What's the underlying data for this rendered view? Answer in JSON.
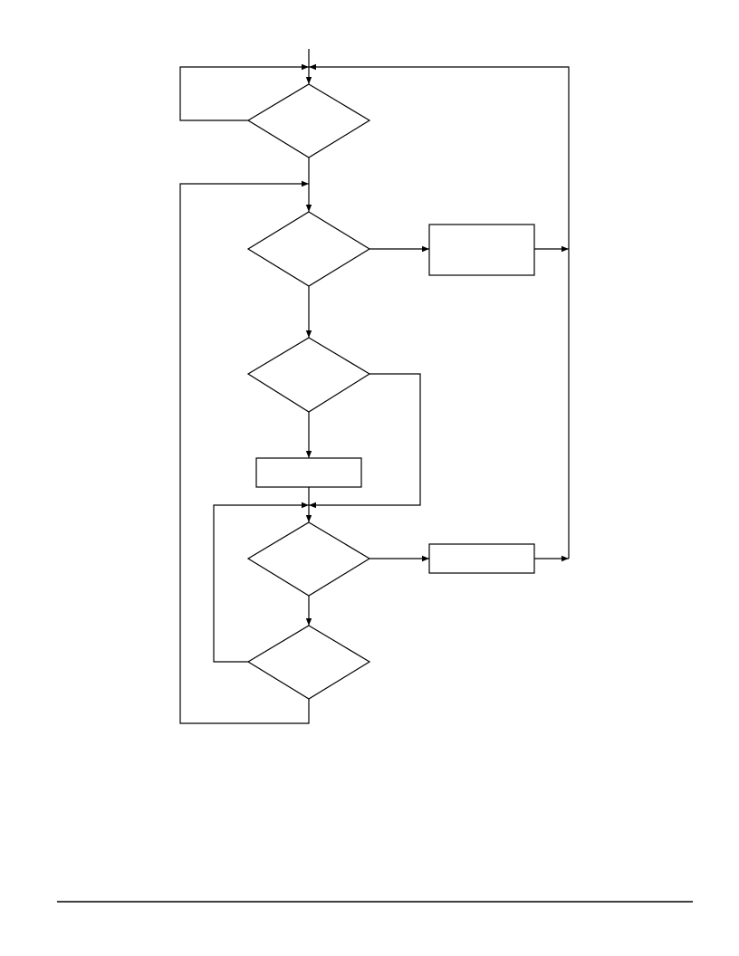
{
  "diagram": {
    "type": "flowchart",
    "nodes": [
      {
        "id": "decision-1",
        "kind": "decision",
        "text": ""
      },
      {
        "id": "decision-2",
        "kind": "decision",
        "text": ""
      },
      {
        "id": "process-1",
        "kind": "process",
        "text": ""
      },
      {
        "id": "decision-3",
        "kind": "decision",
        "text": ""
      },
      {
        "id": "process-2",
        "kind": "process",
        "text": ""
      },
      {
        "id": "decision-4",
        "kind": "decision",
        "text": ""
      },
      {
        "id": "process-3",
        "kind": "process",
        "text": ""
      },
      {
        "id": "decision-5",
        "kind": "decision",
        "text": ""
      }
    ],
    "edges": [
      {
        "from": "entry",
        "to": "decision-1"
      },
      {
        "from": "decision-1",
        "to": "decision-1"
      },
      {
        "from": "decision-1",
        "to": "decision-2"
      },
      {
        "from": "decision-2",
        "to": "process-1"
      },
      {
        "from": "decision-2",
        "to": "decision-3"
      },
      {
        "from": "process-1",
        "to": "decision-1"
      },
      {
        "from": "decision-3",
        "to": "process-2"
      },
      {
        "from": "decision-3",
        "to": "decision-4"
      },
      {
        "from": "process-2",
        "to": "decision-4"
      },
      {
        "from": "decision-4",
        "to": "process-3"
      },
      {
        "from": "decision-4",
        "to": "decision-5"
      },
      {
        "from": "process-3",
        "to": "decision-1"
      },
      {
        "from": "decision-5",
        "to": "decision-4"
      },
      {
        "from": "decision-5",
        "to": "decision-2"
      }
    ]
  },
  "colors": {
    "line": "#000000",
    "background": "#ffffff"
  }
}
